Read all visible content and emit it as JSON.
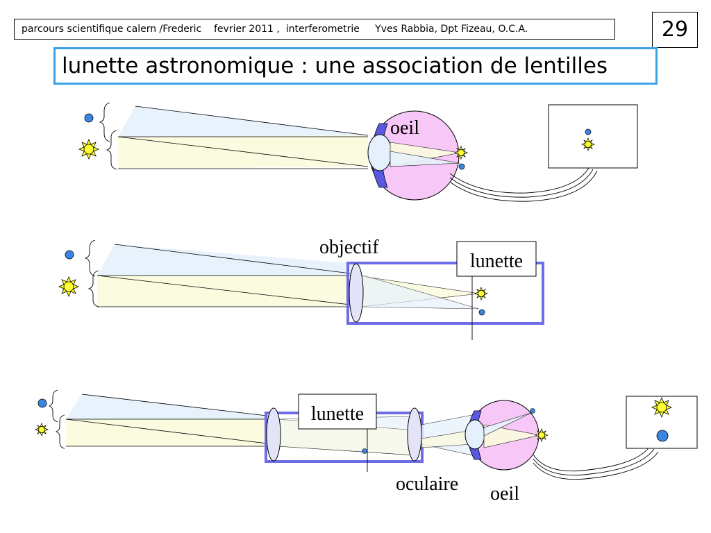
{
  "header": {
    "text": "parcours scientifique calern /Frederic    fevrier 2011 ,  interferometrie     Yves Rabbia, Dpt Fizeau, O.C.A."
  },
  "page_number": "29",
  "title": "lunette astronomique : une association de lentilles",
  "labels": {
    "oeil": "oeil",
    "objectif": "objectif",
    "lunette": "lunette",
    "oculaire": "oculaire"
  },
  "colors": {
    "title_border": "#3aa0e8",
    "instrument_border": "#6d6de8",
    "eye_fill": "#f7c8f7",
    "iris_fill": "#5858e0",
    "blue_beam": "#e8f2fc",
    "yellow_beam": "#fbfbe0",
    "sun_fill": "#ffff33",
    "star_fill": "#3a86e0"
  },
  "icons": [
    "sun-icon",
    "blue-star-icon",
    "eye-icon",
    "lens-icon",
    "screen-icon"
  ]
}
